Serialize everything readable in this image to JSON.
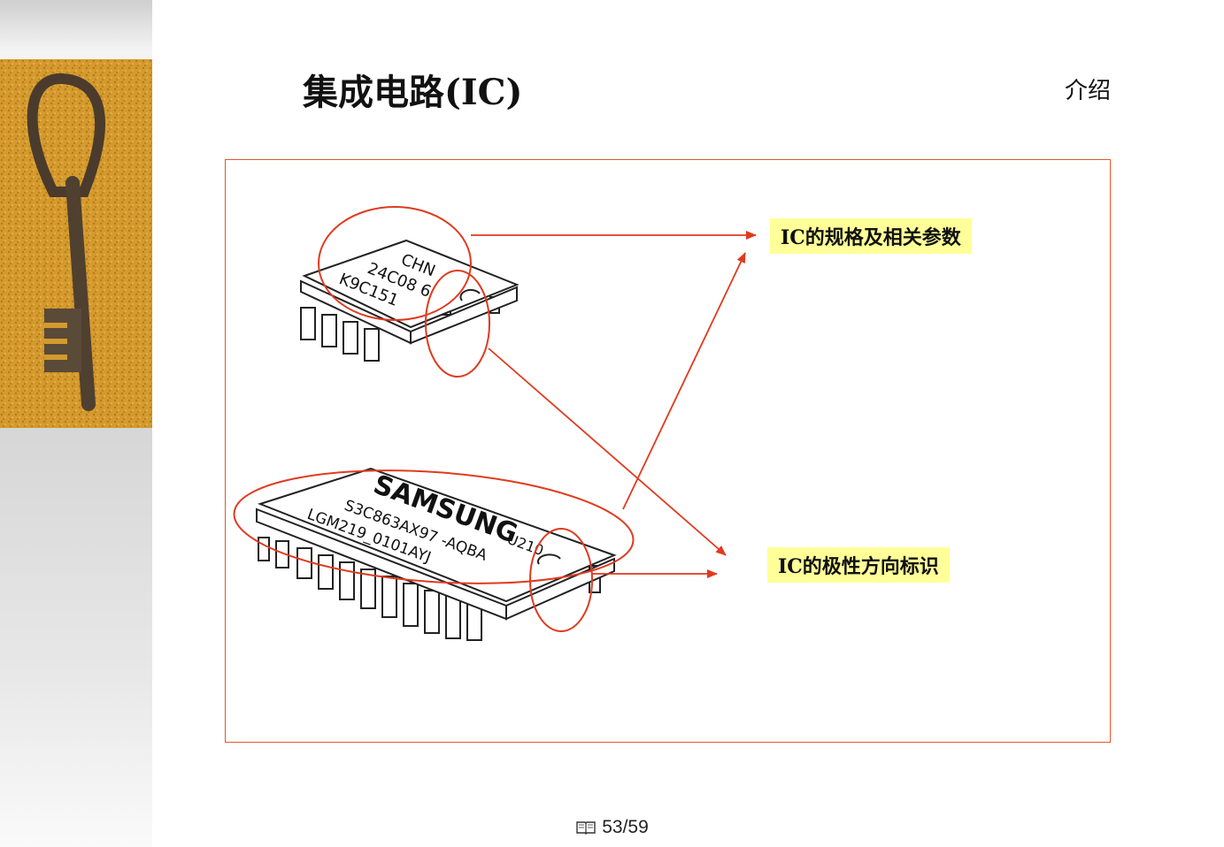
{
  "slide": {
    "title": "集成电路(IC)",
    "section": "介绍"
  },
  "diagram": {
    "label_spec": "IC的规格及相关参数",
    "label_polarity": "IC的极性方向标识",
    "chip_small": {
      "lines": [
        "CHN",
        "24C08 6",
        "K9C151"
      ]
    },
    "chip_large": {
      "brand": "SAMSUNG",
      "code": "U210",
      "lines": [
        "S3C863AX97 -AQBA",
        "LGM219_0101AYJ"
      ]
    },
    "accent_color": "#e03a1e",
    "label_bg": "#ffff99"
  },
  "footer": {
    "page": "53/59",
    "icon": "book-icon"
  }
}
